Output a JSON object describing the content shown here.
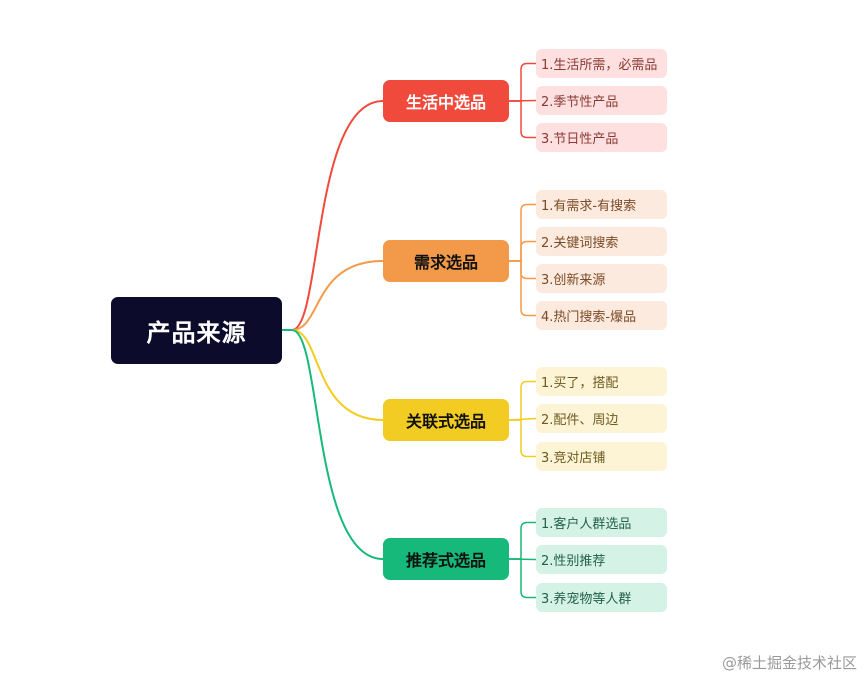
{
  "root": {
    "label": "产品来源"
  },
  "branches": [
    {
      "label": "生活中选品",
      "color": "#f04a3c",
      "text_color": "#ffffff",
      "leaf_bg": "#fde0df",
      "leaf_text": "#8a3a35",
      "items": [
        "1.生活所需，必需品",
        "2.季节性产品",
        "3.节日性产品"
      ]
    },
    {
      "label": "需求选品",
      "color": "#f39a4a",
      "text_color": "#111111",
      "leaf_bg": "#fdeade",
      "leaf_text": "#7a4b26",
      "items": [
        "1.有需求-有搜索",
        "2.关键词搜索",
        "3.创新来源",
        "4.热门搜索-爆品"
      ]
    },
    {
      "label": "关联式选品",
      "color": "#f2cc22",
      "text_color": "#111111",
      "leaf_bg": "#fdf4d6",
      "leaf_text": "#6e5a1f",
      "items": [
        "1.买了，搭配",
        "2.配件、周边",
        "3.竞对店铺"
      ]
    },
    {
      "label": "推荐式选品",
      "color": "#17b97a",
      "text_color": "#111111",
      "leaf_bg": "#d4f2e6",
      "leaf_text": "#24604a",
      "items": [
        "1.客户人群选品",
        "2.性别推荐",
        "3.养宠物等人群"
      ]
    }
  ],
  "watermark": "@稀土掘金技术社区"
}
